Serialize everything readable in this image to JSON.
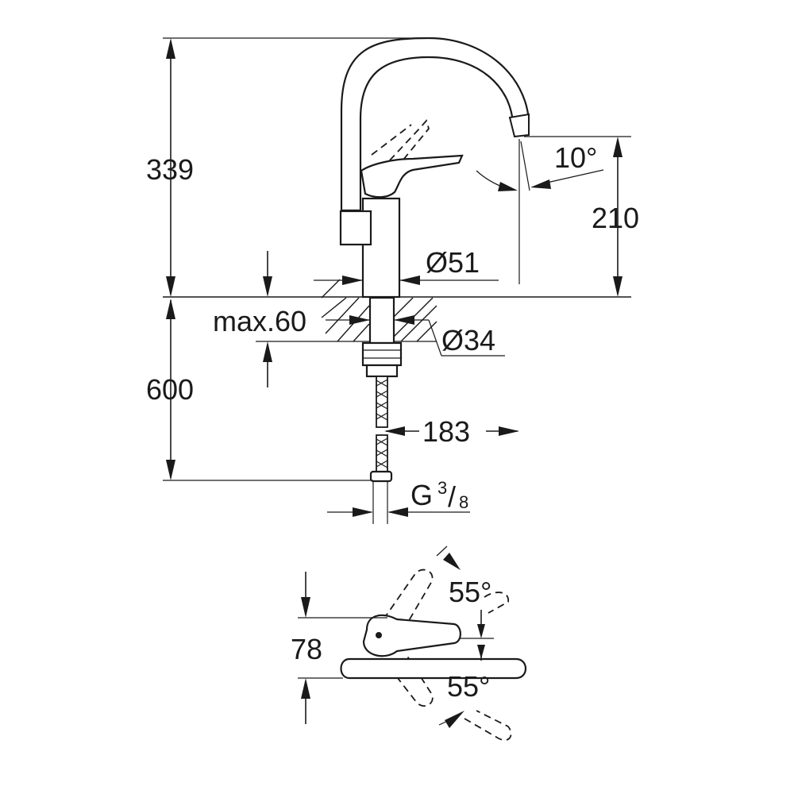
{
  "dimensions": {
    "total_height": "339",
    "spout_height": "210",
    "spout_angle": "10°",
    "body_diameter": "Ø51",
    "hole_diameter": "Ø34",
    "max_thickness": "max.60",
    "hose_length": "600",
    "spout_reach": "183",
    "connection": {
      "prefix": "G",
      "num": "3",
      "den": "8"
    },
    "lever_depth": "78",
    "lever_angle_top": "55°",
    "lever_angle_bottom": "55°"
  }
}
